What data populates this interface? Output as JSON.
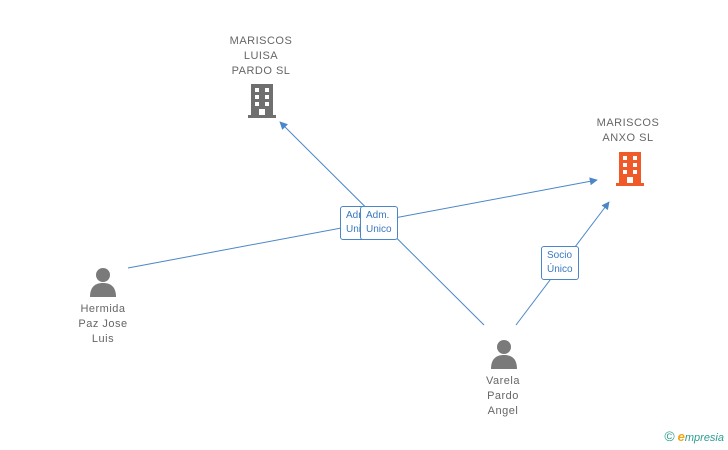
{
  "nodes": {
    "company_luisa": {
      "lines": [
        "MARISCOS",
        "LUISA",
        "PARDO SL"
      ],
      "icon": "building-icon",
      "color": "#6f6f6f"
    },
    "company_anxo": {
      "lines": [
        "MARISCOS",
        "ANXO SL"
      ],
      "icon": "building-icon",
      "color": "#f05a28"
    },
    "person_hermida": {
      "lines": [
        "Hermida",
        "Paz Jose",
        "Luis"
      ],
      "icon": "person-icon",
      "color": "#7a7a7a"
    },
    "person_varela": {
      "lines": [
        "Varela",
        "Pardo",
        "Angel"
      ],
      "icon": "person-icon",
      "color": "#7a7a7a"
    }
  },
  "edge_labels": {
    "adm_back": [
      "Adm.",
      "Unico"
    ],
    "adm_front": [
      "Adm.",
      "Unico"
    ],
    "socio": [
      "Socio",
      "Único"
    ]
  },
  "colors": {
    "edge": "#4a86c8",
    "text": "#666666"
  },
  "brand": {
    "copyright": "©",
    "initial": "e",
    "rest": "mpresia"
  }
}
